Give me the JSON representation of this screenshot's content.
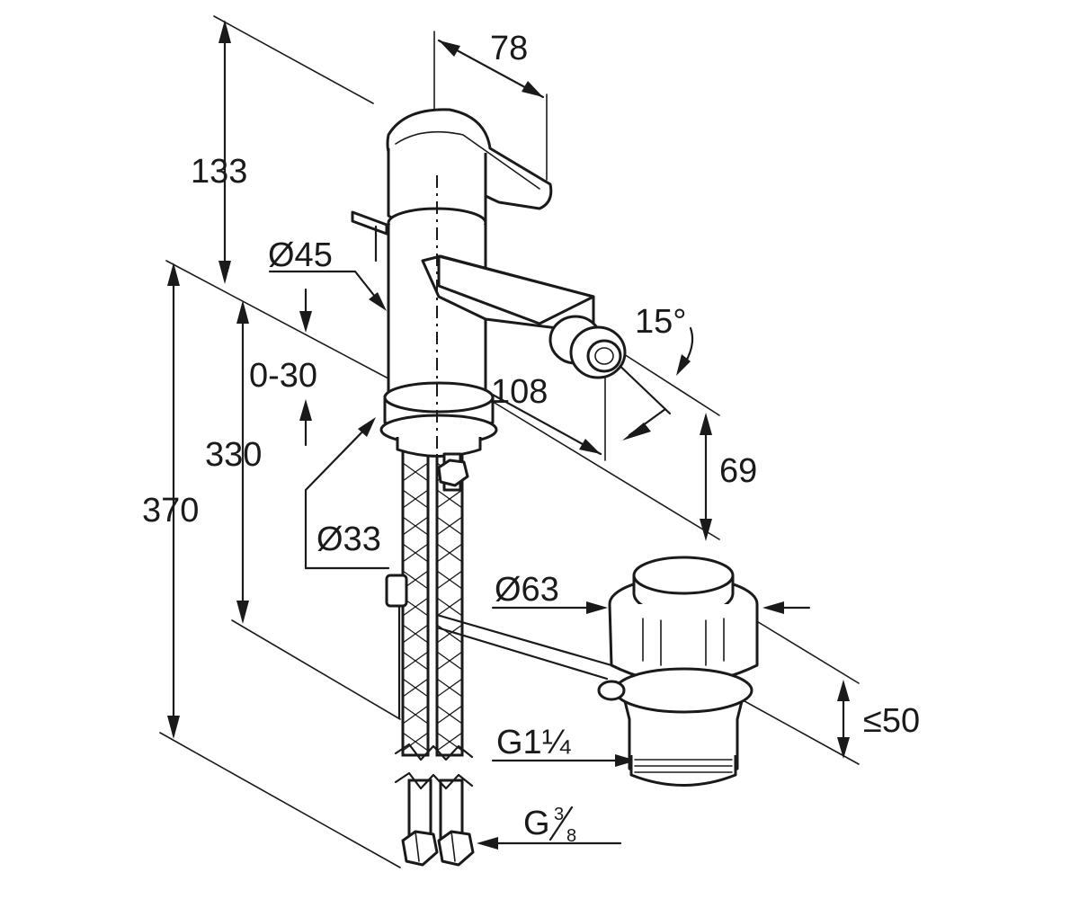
{
  "dimensions": {
    "reach_78": "78",
    "height_133": "133",
    "diameter_body": "Ø45",
    "diameter_base": "Ø33",
    "adjust_range": "0-30",
    "height_330": "330",
    "height_370": "370",
    "spout_108": "108",
    "angle_15": "15°",
    "spout_height_69": "69",
    "waste_diameter": "Ø63",
    "waste_height": "≤50",
    "waste_thread": "G1¼",
    "hose_thread_prefix": "G",
    "hose_thread_num": "3",
    "hose_thread_den": "8"
  }
}
